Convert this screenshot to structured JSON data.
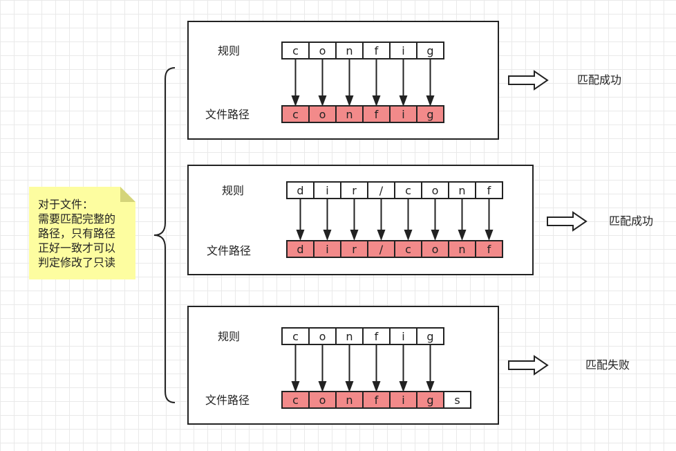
{
  "note": {
    "lines": [
      "对于文件：",
      "需要匹配完整的",
      "路径，只有路径",
      "正好一致才可以",
      "判定修改了只读"
    ]
  },
  "labels": {
    "rule": "规则",
    "path": "文件路径"
  },
  "cases": [
    {
      "rule": [
        "c",
        "o",
        "n",
        "f",
        "i",
        "g"
      ],
      "path": [
        "c",
        "o",
        "n",
        "f",
        "i",
        "g"
      ],
      "matched_count": 6,
      "result": "匹配成功"
    },
    {
      "rule": [
        "d",
        "i",
        "r",
        "/",
        "c",
        "o",
        "n",
        "f"
      ],
      "path": [
        "d",
        "i",
        "r",
        "/",
        "c",
        "o",
        "n",
        "f"
      ],
      "matched_count": 8,
      "result": "匹配成功"
    },
    {
      "rule": [
        "c",
        "o",
        "n",
        "f",
        "i",
        "g"
      ],
      "path": [
        "c",
        "o",
        "n",
        "f",
        "i",
        "g",
        "s"
      ],
      "matched_count": 6,
      "result": "匹配失败"
    }
  ],
  "colors": {
    "match_fill": "#f28a8a",
    "note_fill": "#fdfda0",
    "stroke": "#222222"
  }
}
